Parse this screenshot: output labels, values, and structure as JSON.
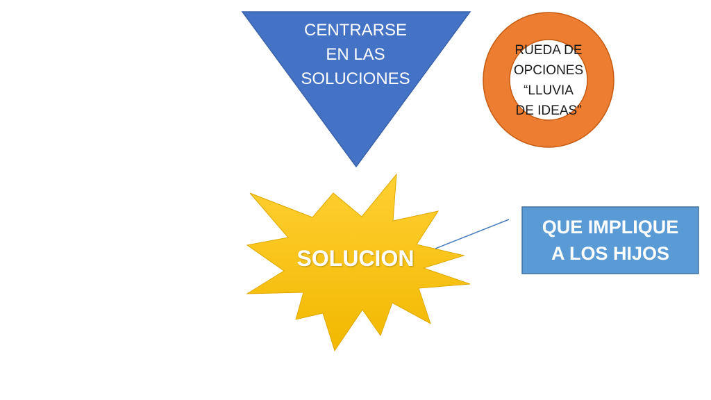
{
  "diagram": {
    "triangle": {
      "lines": [
        "CENTRARSE",
        "EN LAS",
        "SOLUCIONES"
      ],
      "fill": "#4472C4"
    },
    "ring": {
      "lines": [
        "RUEDA DE",
        "OPCIONES",
        "“LLUVIA",
        "DE IDEAS”"
      ],
      "fill": "#ED7D31"
    },
    "burst": {
      "label": "SOLUCION",
      "fill_top": "#FFD033",
      "fill_bottom": "#F2B800"
    },
    "callout": {
      "lines": [
        "QUE IMPLIQUE",
        "A LOS HIJOS"
      ],
      "fill": "#5B9BD5"
    }
  }
}
